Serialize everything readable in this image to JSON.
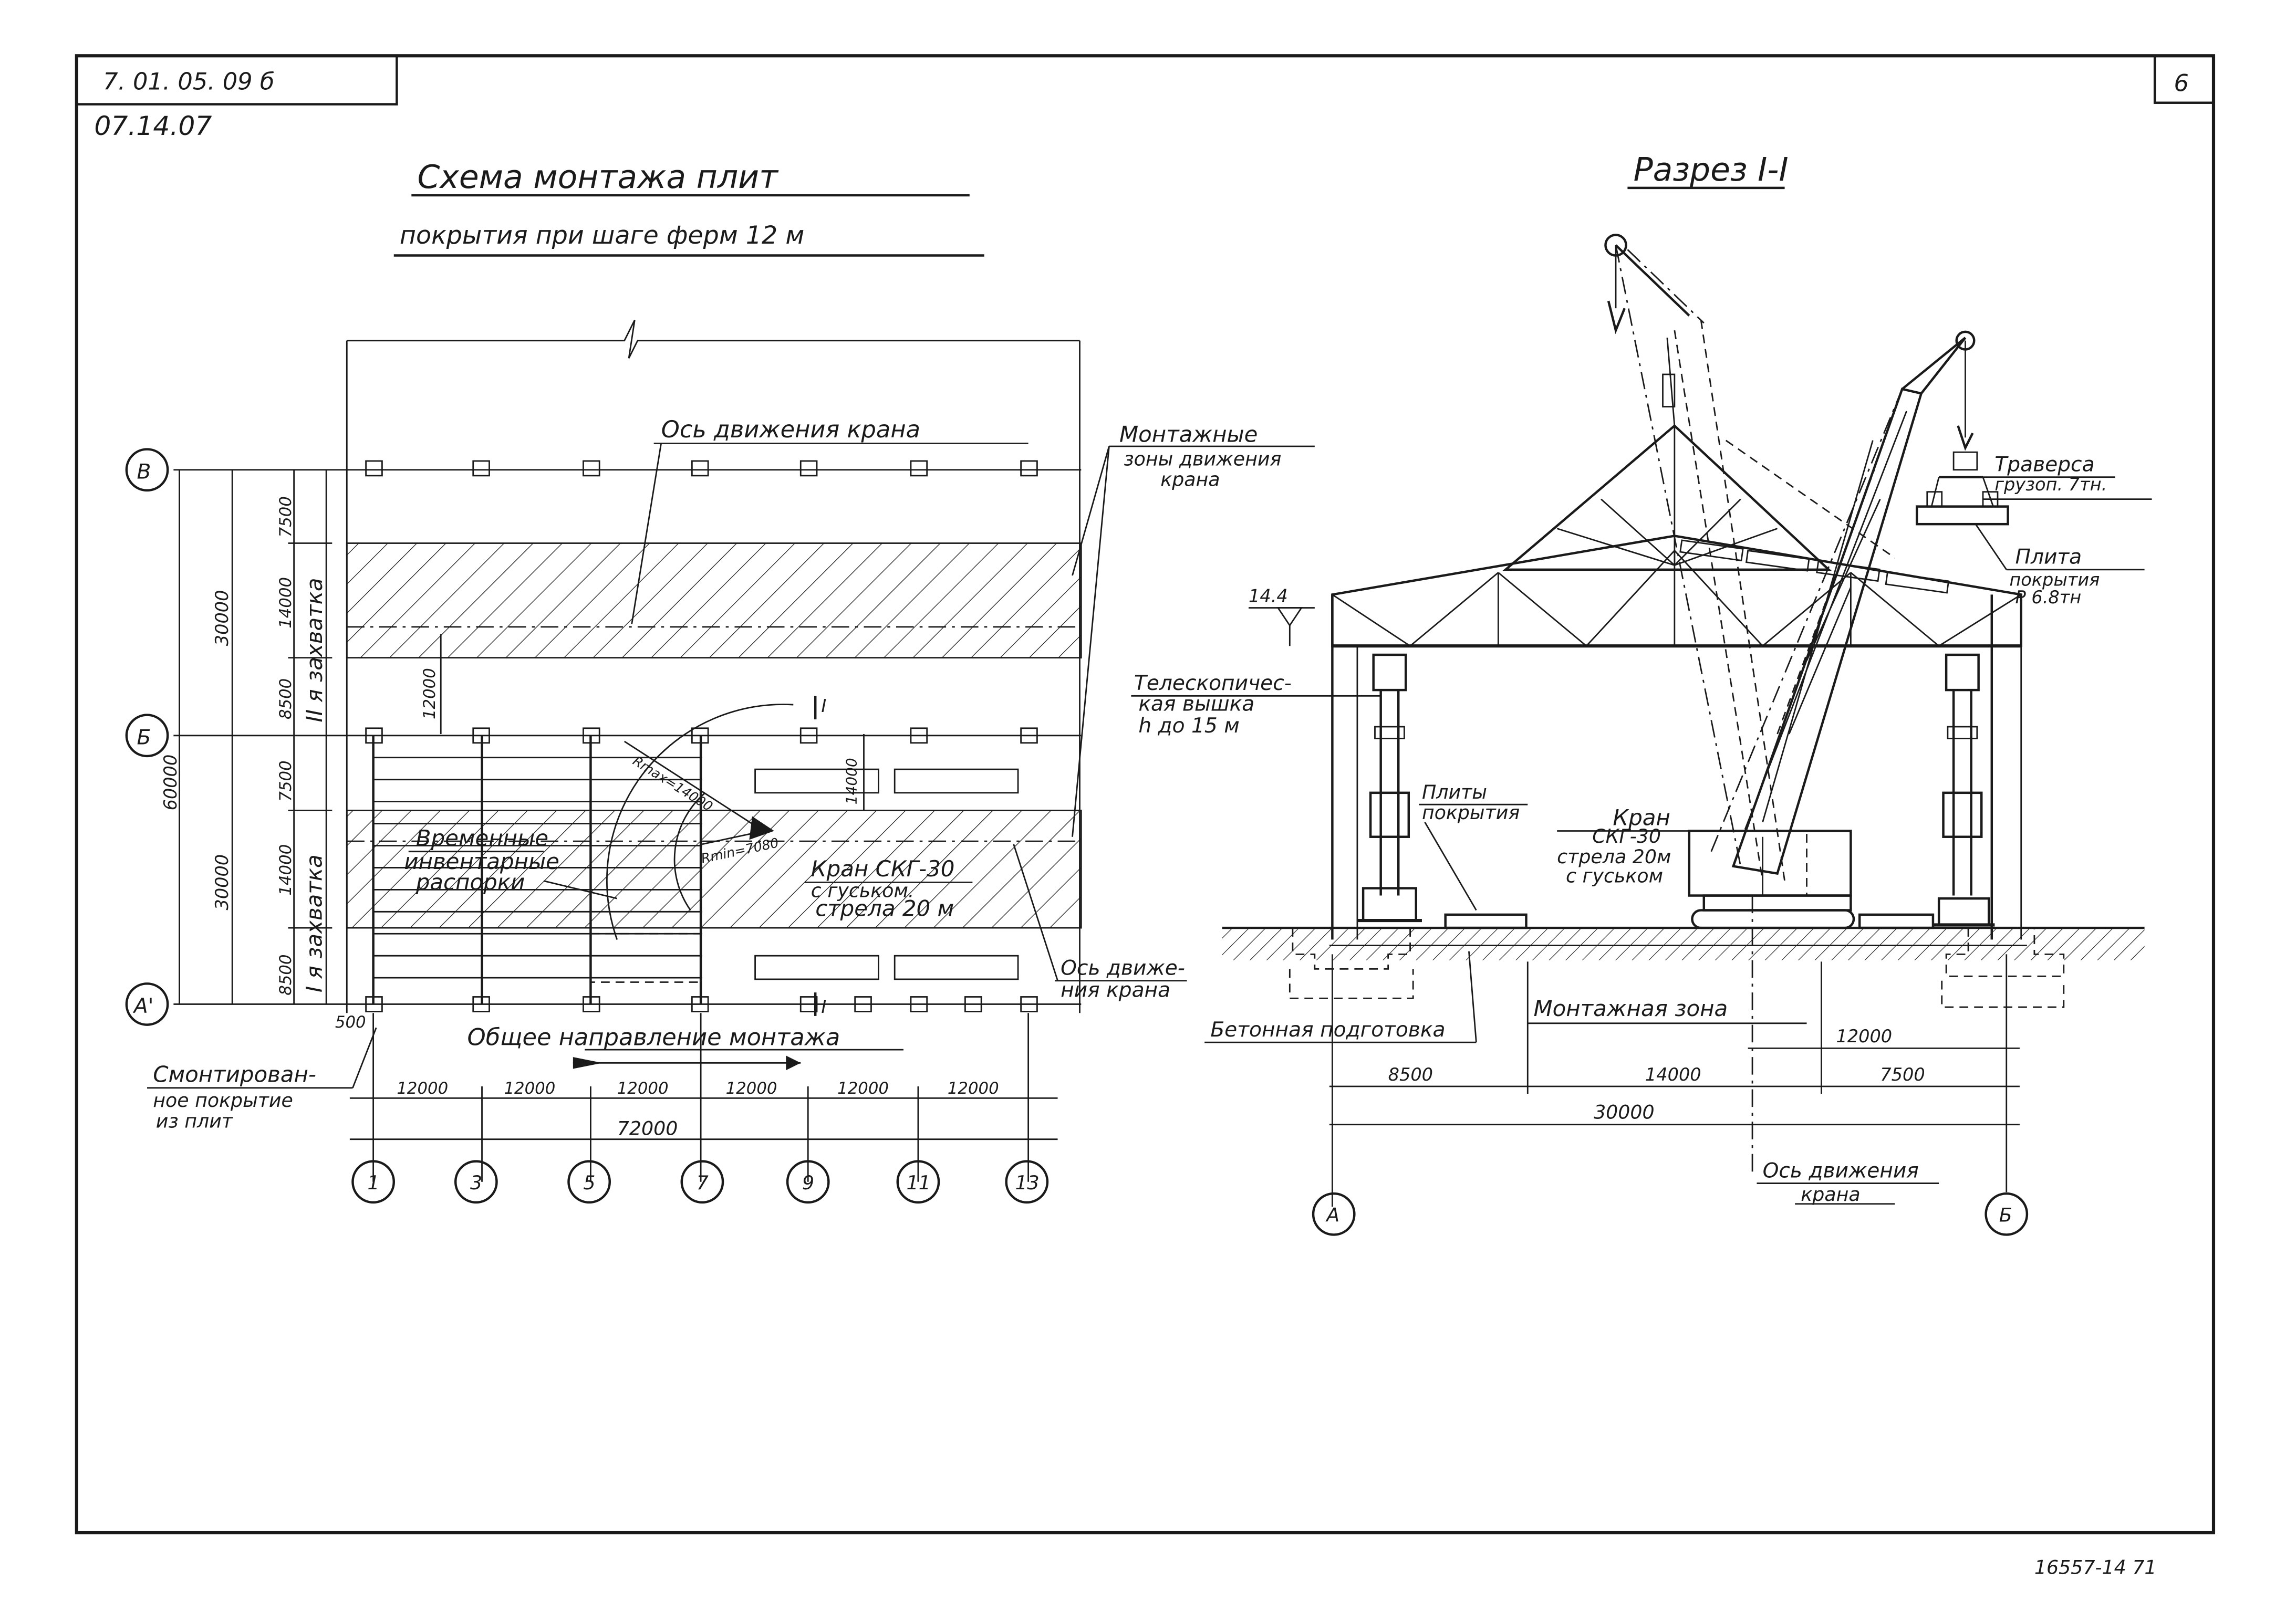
{
  "header": {
    "code": "7. 01. 05. 09 б",
    "date": "07.14.07",
    "sheet_number": "6",
    "inventory_number": "16557-14  71"
  },
  "plan": {
    "title_line1": "Схема    монтажа    плит",
    "title_line2": "покрытия  при  шаге  ферм  12 м",
    "axis_rows": [
      "В",
      "Б",
      "А'"
    ],
    "axis_columns": [
      "1",
      "3",
      "5",
      "7",
      "9",
      "11",
      "13"
    ],
    "dims_vertical_total": "60000",
    "dims_vertical_upper": "30000",
    "dims_vertical_lower": "30000",
    "dims_band_upper": [
      "7500",
      "14000",
      "8500"
    ],
    "dims_band_lower": [
      "7500",
      "14000",
      "8500"
    ],
    "zone_upper_label": "II я захватка",
    "zone_lower_label": "I я захватка",
    "dim_12000_vertical": "12000",
    "dim_500": "500",
    "dims_horizontal": [
      "12000",
      "12000",
      "12000",
      "12000",
      "12000",
      "12000"
    ],
    "dim_total_horizontal": "72000",
    "label_crane_axis": "Ось движения крана",
    "label_zones_l1": "Монтажные",
    "label_zones_l2": "зоны движения",
    "label_zones_l3": "крана",
    "label_struts_l1": "Временные",
    "label_struts_l2": "инвентарные",
    "label_struts_l3": "распорки",
    "label_crane_l1": "Кран СКГ-30",
    "label_crane_l2": "с гуськом.",
    "label_crane_l3": "стрела 20 м",
    "label_axis2_l1": "Ось движе-",
    "label_axis2_l2": "ния крана",
    "label_direction": "Общее    направление  монтажа",
    "label_mounted_l1": "Смонтирован-",
    "label_mounted_l2": "ное покрытие",
    "label_mounted_l3": "из плит",
    "radius_max": "Rmax=14000",
    "radius_min": "Rmin=7080",
    "section_mark": "I",
    "dim_14000_small": "14000"
  },
  "section": {
    "title": "Разрез I-I",
    "elevation": "14.4",
    "label_tower_l1": "Телескопичес-",
    "label_tower_l2": "кая вышка",
    "label_tower_l3": "h до 15 м",
    "label_slabs_l1": "Плиты",
    "label_slabs_l2": "покрытия",
    "label_crane_l1": "Кран",
    "label_crane_l2": "СКГ-30",
    "label_crane_l3": "стрела 20м",
    "label_crane_l4": "с гуськом",
    "label_traverse_l1": "Траверса",
    "label_traverse_l2": "грузоп. 7тн.",
    "label_slab_l1": "Плита",
    "label_slab_l2": "покрытия",
    "label_slab_l3": "Р  6.8тн",
    "label_concrete": "Бетонная подготовка",
    "label_mount_zone": "Монтажная      зона",
    "dims": [
      "8500",
      "14000",
      "7500"
    ],
    "dim_12000": "12000",
    "dim_total": "30000",
    "label_axis_l1": "Ось движения",
    "label_axis_l2": "крана",
    "axis_left": "А",
    "axis_right": "Б"
  }
}
